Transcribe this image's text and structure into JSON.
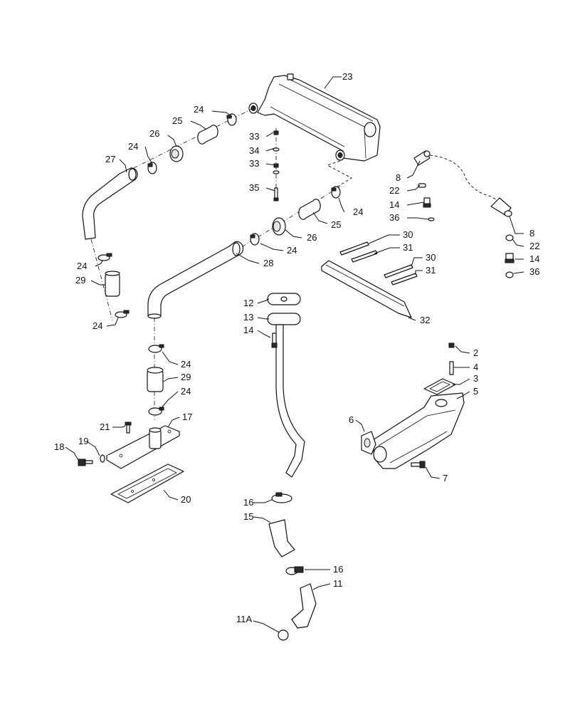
{
  "callouts": {
    "c23": "23",
    "c24a": "24",
    "c25a": "25",
    "c26a": "26",
    "c24b": "24",
    "c27": "27",
    "c33a": "33",
    "c34": "34",
    "c33b": "33",
    "c35": "35",
    "c8a": "8",
    "c22a": "22",
    "c14a": "14",
    "c36a": "36",
    "c24c": "24",
    "c25b": "25",
    "c26b": "26",
    "c24d": "24",
    "c28": "28",
    "c30a": "30",
    "c31a": "31",
    "c30b": "30",
    "c31b": "31",
    "c32": "32",
    "c8b": "8",
    "c22b": "22",
    "c14b": "14",
    "c36b": "36",
    "c24e": "24",
    "c29a": "29",
    "c24f": "24",
    "c12": "12",
    "c13": "13",
    "c14c": "14",
    "c24g": "24",
    "c29b": "29",
    "c24h": "24",
    "c2": "2",
    "c4": "4",
    "c3": "3",
    "c5": "5",
    "c6": "6",
    "c7": "7",
    "c21": "21",
    "c17": "17",
    "c18": "18",
    "c19": "19",
    "c20": "20",
    "c16a": "16",
    "c15": "15",
    "c16b": "16",
    "c11": "11",
    "c11A": "11A"
  }
}
